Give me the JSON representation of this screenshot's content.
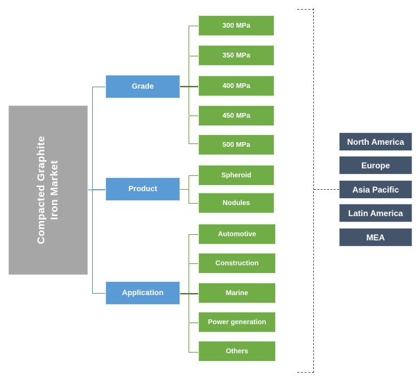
{
  "diagram": {
    "title": "Compacted Graphite\nIron Market",
    "colors": {
      "root": "#a6a6a6",
      "category": "#5b9bd5",
      "leaf": "#70ad47",
      "region": "#44546a",
      "connector_blue": "#5b9bd5",
      "connector_green": "#70ad47",
      "bracket_dashed": "#595959"
    },
    "categories": [
      {
        "label": "Grade",
        "items": [
          {
            "label": "300 MPa"
          },
          {
            "label": "350 MPa"
          },
          {
            "label": "400 MPa"
          },
          {
            "label": "450 MPa"
          },
          {
            "label": "500 MPa"
          }
        ]
      },
      {
        "label": "Product",
        "items": [
          {
            "label": "Spheroid"
          },
          {
            "label": "Nodules"
          }
        ]
      },
      {
        "label": "Application",
        "items": [
          {
            "label": "Automotive"
          },
          {
            "label": "Construction"
          },
          {
            "label": "Marine"
          },
          {
            "label": "Power generation"
          },
          {
            "label": "Others"
          }
        ]
      }
    ],
    "regions": [
      {
        "label": "North America"
      },
      {
        "label": "Europe"
      },
      {
        "label": "Asia Pacific"
      },
      {
        "label": "Latin America"
      },
      {
        "label": "MEA"
      }
    ]
  }
}
